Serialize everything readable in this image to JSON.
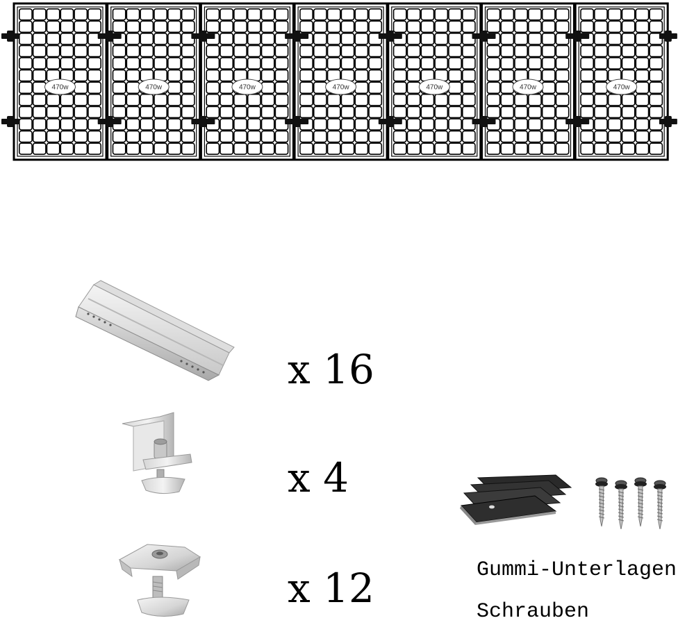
{
  "panels": {
    "count": 7,
    "label": "470w",
    "cell_columns": 6,
    "cell_rows": 12,
    "frame_color": "#000000"
  },
  "parts": [
    {
      "icon": "mounting-rail-icon",
      "quantity": "x 16"
    },
    {
      "icon": "end-clamp-icon",
      "quantity": "x 4"
    },
    {
      "icon": "middle-clamp-icon",
      "quantity": "x 12"
    }
  ],
  "accessories": {
    "rubber_pads_icon": "rubber-pads-icon",
    "screws_icon": "screws-icon",
    "rubber_pads_label": "Gummi-Unterlagen",
    "screws_label": "Schrauben"
  }
}
